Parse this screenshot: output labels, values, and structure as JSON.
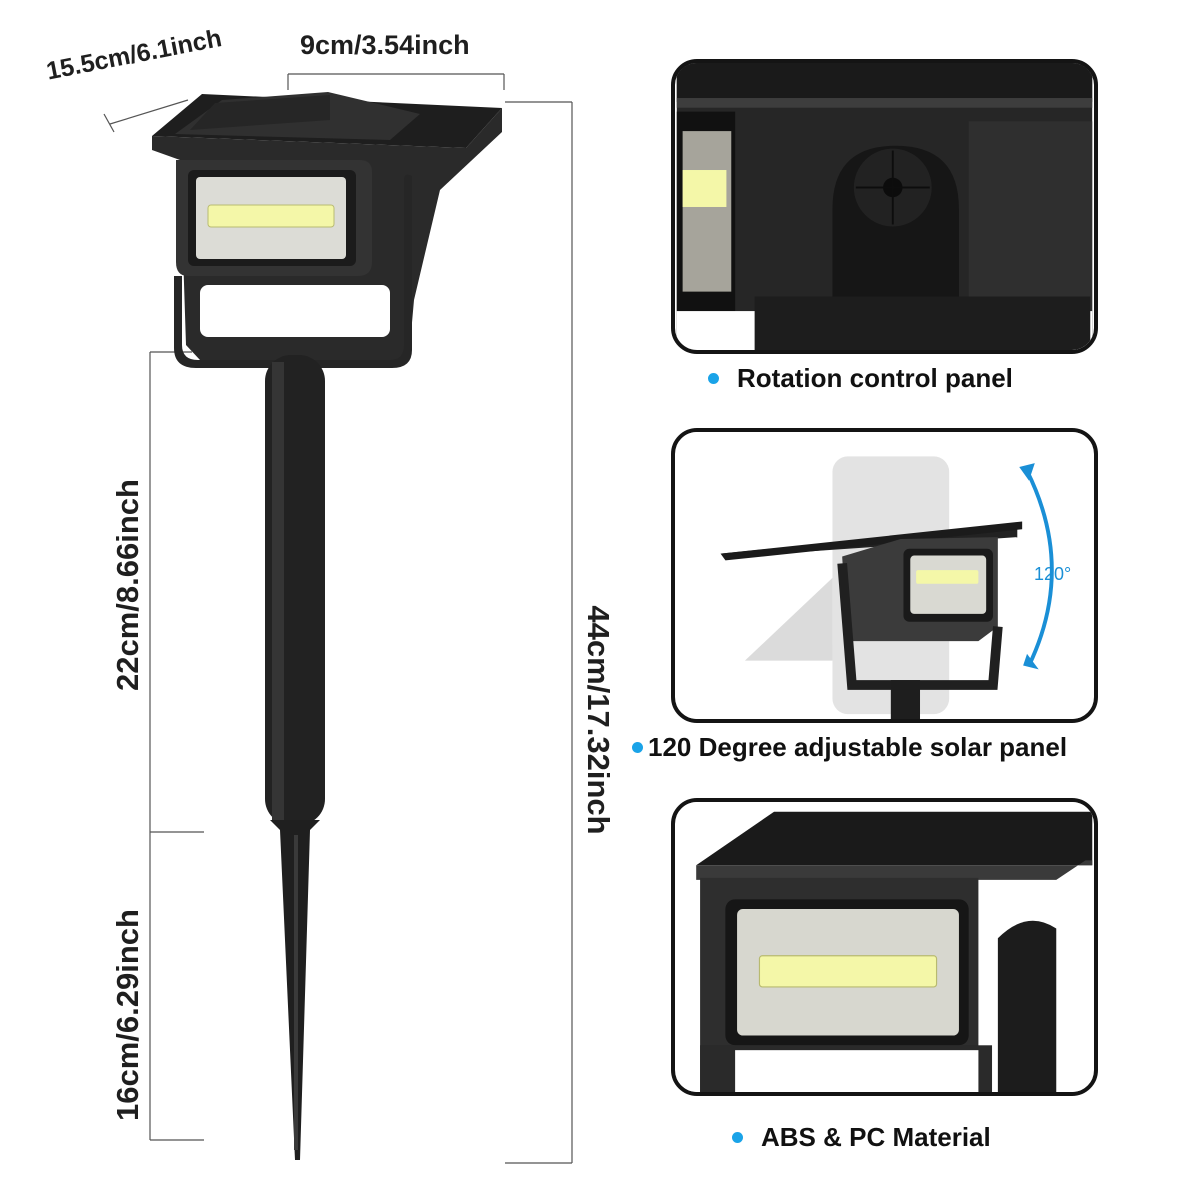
{
  "dimensions": {
    "width": "9cm/3.54inch",
    "depth": "15.5cm/6.1inch",
    "upper_height": "22cm/8.66inch",
    "lower_height": "16cm/6.29inch",
    "total_height": "44cm/17.32inch"
  },
  "features": [
    {
      "caption": "Rotation control panel"
    },
    {
      "caption": "120 Degree adjustable solar panel",
      "angle": "120°"
    },
    {
      "caption": "ABS & PC Material"
    }
  ],
  "colors": {
    "bullet": "#1aa3e8",
    "arrow": "#1a8fd6",
    "product_body": "#2b2b2b",
    "led": "#f4f7a8"
  },
  "icons": {
    "bullet": "blue-dot-icon",
    "rotate": "double-arrow-arc-icon"
  }
}
